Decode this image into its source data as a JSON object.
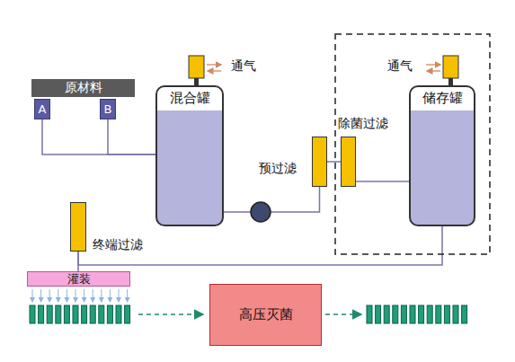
{
  "diagram": {
    "nodes": [
      {
        "text": [
          "原材料"
        ]
      },
      {
        "text": [
          "A"
        ]
      },
      {
        "text": [
          "B"
        ]
      },
      {
        "text": [
          "混合罐"
        ]
      },
      {
        "text": [
          "预过滤"
        ]
      },
      {
        "text": [
          "除菌过滤"
        ]
      },
      {
        "text": [
          "储存罐"
        ]
      },
      {
        "text": [
          "终端过滤"
        ]
      },
      {
        "text": [
          "灌装"
        ]
      },
      {
        "text": [
          "高压灭菌"
        ]
      }
    ],
    "edges": [
      {
        "from": 1,
        "to": 3,
        "arrow": "none"
      },
      {
        "from": 2,
        "to": 3,
        "arrow": "none"
      },
      {
        "from": 3,
        "to": 4,
        "arrow": "none"
      },
      {
        "from": 4,
        "to": 5,
        "arrow": "none"
      },
      {
        "from": 5,
        "to": 6,
        "arrow": "none"
      },
      {
        "from": 6,
        "to": 7,
        "arrow": "none"
      },
      {
        "from": 7,
        "to": 8,
        "arrow": "none"
      }
    ],
    "labels": [
      "通气",
      "通气"
    ]
  }
}
